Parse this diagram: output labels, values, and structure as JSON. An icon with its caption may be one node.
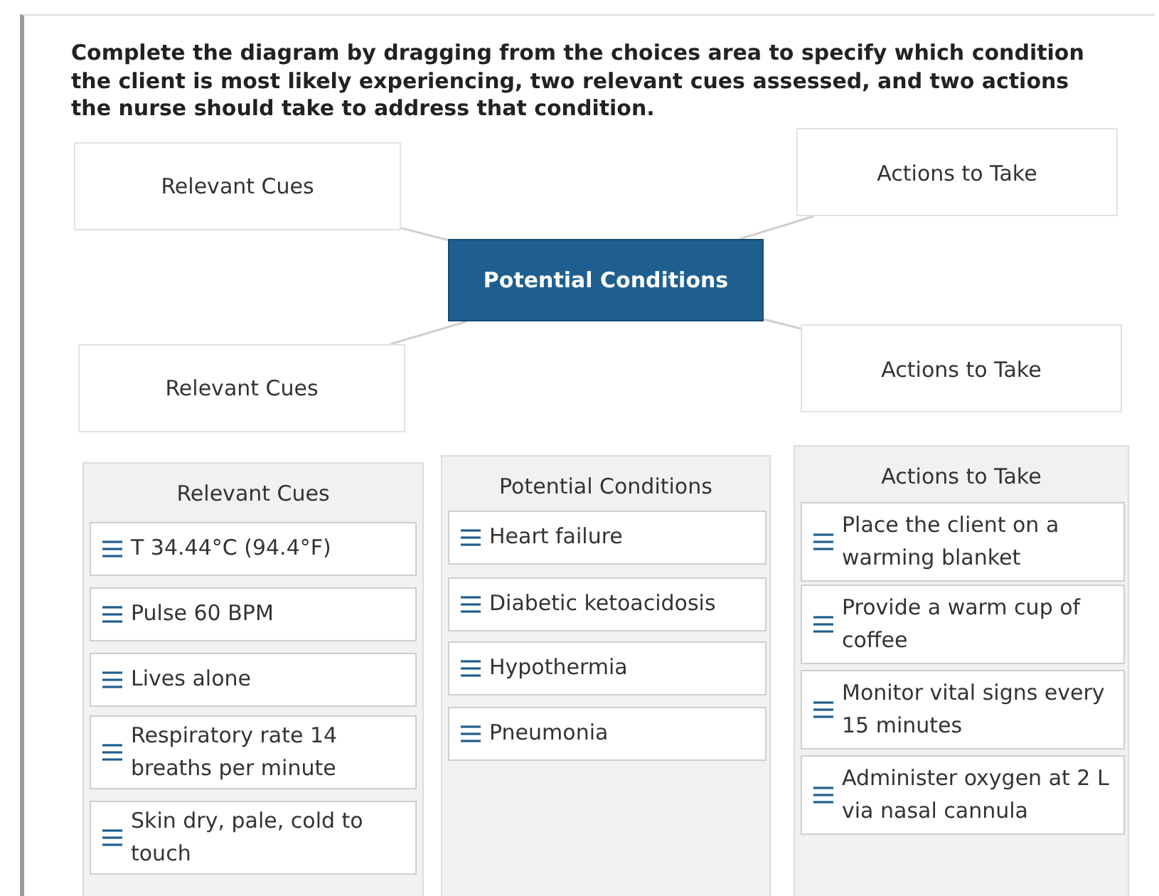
{
  "diagram": {
    "title": "Complete the diagram by dragging from the choices area to specify which condition the client is most likely experiencing, two relevant cues assessed, and two actions the nurse should take to address that condition.",
    "nodes": [
      {
        "text": [
          "Relevant Cues"
        ]
      },
      {
        "text": [
          "Actions to Take"
        ]
      },
      {
        "text": [
          "Potential Conditions"
        ]
      },
      {
        "text": [
          "Relevant Cues"
        ]
      },
      {
        "text": [
          "Actions to Take"
        ]
      },
      {
        "text": [
          "Relevant Cues"
        ]
      },
      {
        "text": [
          "T 34.44°C (94.4°F)"
        ],
        "in": 5
      },
      {
        "text": [
          "Pulse 60 BPM"
        ],
        "in": 5
      },
      {
        "text": [
          "Lives alone"
        ],
        "in": 5
      },
      {
        "text": [
          "Respiratory rate 14 breaths per minute"
        ],
        "in": 5
      },
      {
        "text": [
          "Skin dry, pale, cold to touch"
        ],
        "in": 5
      },
      {
        "text": [
          "Potential Conditions"
        ]
      },
      {
        "text": [
          "Heart failure"
        ],
        "in": 11
      },
      {
        "text": [
          "Diabetic ketoacidosis"
        ],
        "in": 11
      },
      {
        "text": [
          "Hypothermia"
        ],
        "in": 11
      },
      {
        "text": [
          "Pneumonia"
        ],
        "in": 11
      },
      {
        "text": [
          "Actions to Take"
        ]
      },
      {
        "text": [
          "Place the client on a warming blanket"
        ],
        "in": 16
      },
      {
        "text": [
          "Provide a warm cup of coffee"
        ],
        "in": 16
      },
      {
        "text": [
          "Monitor vital signs every 15 minutes"
        ],
        "in": 16
      },
      {
        "text": [
          "Administer oxygen at 2 L via nasal cannula"
        ],
        "in": 16
      }
    ],
    "edges": [
      {
        "from": 0,
        "to": 2,
        "arrow": "none"
      },
      {
        "from": 3,
        "to": 2,
        "arrow": "none"
      },
      {
        "from": 1,
        "to": 2,
        "arrow": "none"
      },
      {
        "from": 4,
        "to": 2,
        "arrow": "none"
      }
    ]
  }
}
